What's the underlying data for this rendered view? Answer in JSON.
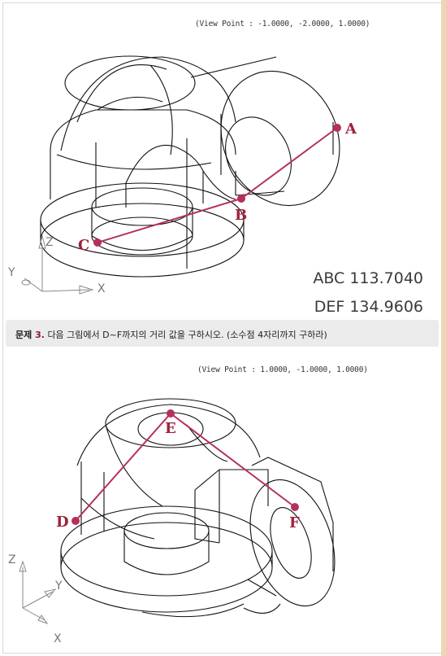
{
  "figure1": {
    "view_point": "(View Point : -1.0000, -2.0000, 1.0000)",
    "points": [
      "A",
      "B",
      "C"
    ],
    "axes": [
      "Z",
      "Y",
      "X"
    ]
  },
  "answers": {
    "abc": "ABC 113.7040",
    "def": "DEF 134.9606"
  },
  "question": {
    "label": "문제",
    "number": "3.",
    "text": "다음 그림에서 D~F까지의 거리 값을 구하시오. (소수점 4자리까지 구하라)"
  },
  "figure2": {
    "view_point": "(View Point : 1.0000, -1.0000, 1.0000)",
    "points": [
      "D",
      "E",
      "F"
    ],
    "axes": [
      "Z",
      "Y",
      "X"
    ]
  },
  "colors": {
    "path": "#b5305a",
    "label": "#a0223a",
    "wire": "#111111"
  }
}
